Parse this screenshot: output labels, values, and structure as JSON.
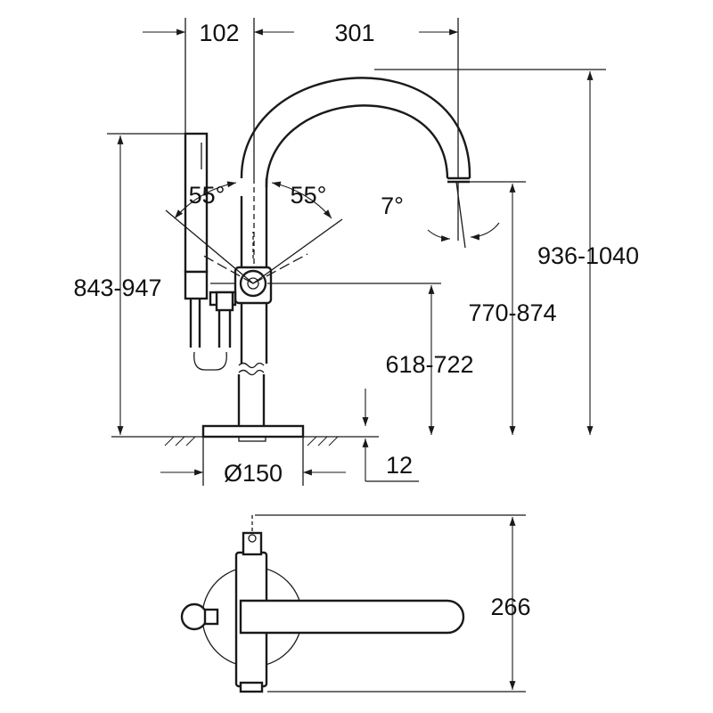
{
  "dimensions": {
    "handshower_offset": "102",
    "spout_reach": "301",
    "left_angle": "55°",
    "right_angle": "55°",
    "spout_tilt": "7°",
    "total_height": "936-1040",
    "handshower_height": "843-947",
    "spout_outlet_height": "770-874",
    "lever_height": "618-722",
    "base_diameter": "Ø150",
    "base_thickness": "12",
    "plan_depth": "266"
  },
  "colors": {
    "line": "#1a1a1a",
    "background": "#ffffff"
  }
}
